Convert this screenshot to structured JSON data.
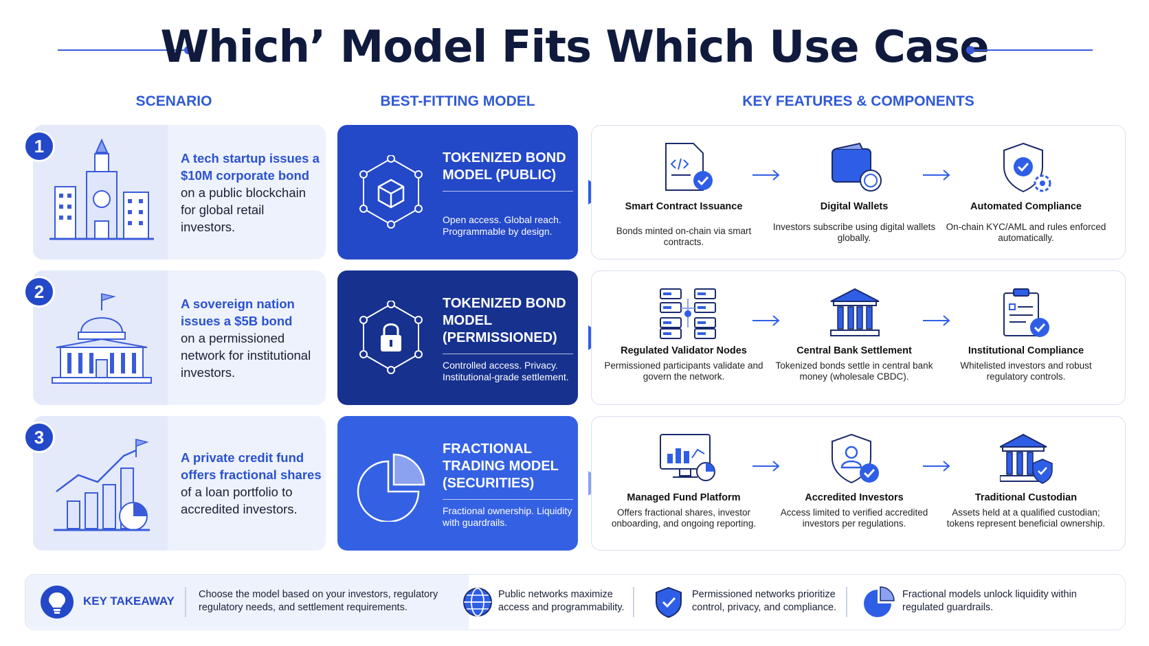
{
  "title": "Which’ Model Fits Which Use Case",
  "columns": {
    "scenario": "SCENARIO",
    "model": "BEST-FITTING MODEL",
    "features": "KEY FEATURES & COMPONENTS"
  },
  "rows": [
    {
      "number": "1",
      "scenario_hl": "A tech startup issues a $10M corporate bond",
      "scenario_plain": "on a public blockchain for global retail investors.",
      "model_name": "TOKENIZED BOND MODEL (PUBLIC)",
      "model_desc": "Open access. Global reach. Programmable by design.",
      "model_color": "#2348c8",
      "features": [
        {
          "icon": "code-document-check-icon",
          "title": "Smart Contract Issuance",
          "desc": "Bonds minted on-chain via smart contracts."
        },
        {
          "icon": "wallet-icon",
          "title": "Digital Wallets",
          "desc": "Investors subscribe using digital wallets globally."
        },
        {
          "icon": "shield-gear-icon",
          "title": "Automated Compliance",
          "desc": "On-chain KYC/AML and rules enforced automatically."
        }
      ]
    },
    {
      "number": "2",
      "scenario_hl": "A sovereign nation issues a $5B bond",
      "scenario_plain": "on a permissioned network for institutional investors.",
      "model_name": "TOKENIZED BOND MODEL (PERMISSIONED)",
      "model_desc": "Controlled access. Privacy. Institutional-grade settlement.",
      "model_color": "#17318f",
      "features": [
        {
          "icon": "validator-nodes-icon",
          "title": "Regulated Validator Nodes",
          "desc": "Permissioned participants validate and govern the network."
        },
        {
          "icon": "bank-icon",
          "title": "Central Bank Settlement",
          "desc": "Tokenized bonds settle in central bank money (wholesale CBDC)."
        },
        {
          "icon": "clipboard-check-icon",
          "title": "Institutional Compliance",
          "desc": "Whitelisted investors and robust regulatory controls."
        }
      ]
    },
    {
      "number": "3",
      "scenario_hl": "A private credit fund offers fractional shares",
      "scenario_plain": "of a loan portfolio to accredited investors.",
      "model_name": "FRACTIONAL TRADING MODEL (SECURITIES)",
      "model_desc": "Fractional ownership. Liquidity with guardrails.",
      "model_color": "#3461e3",
      "features": [
        {
          "icon": "monitor-chart-icon",
          "title": "Managed Fund Platform",
          "desc": "Offers fractional shares, investor onboarding, and ongoing reporting."
        },
        {
          "icon": "user-shield-check-icon",
          "title": "Accredited Investors",
          "desc": "Access limited to verified accredited investors per regulations."
        },
        {
          "icon": "custodian-bank-icon",
          "title": "Traditional Custodian",
          "desc": "Assets held at a qualified custodian; tokens represent beneficial ownership."
        }
      ]
    }
  ],
  "takeaway": {
    "label": "KEY TAKEAWAY",
    "main": "Choose the model based on your investors, regulatory regulatory needs, and settlement requirements.",
    "points": [
      {
        "icon": "globe-icon",
        "text": "Public networks maximize access and programmability."
      },
      {
        "icon": "shield-icon",
        "text": "Permissioned networks prioritize control, privacy, and compliance."
      },
      {
        "icon": "pie-icon",
        "text": "Fractional models unlock liquidity within regulated guardrails."
      }
    ]
  }
}
